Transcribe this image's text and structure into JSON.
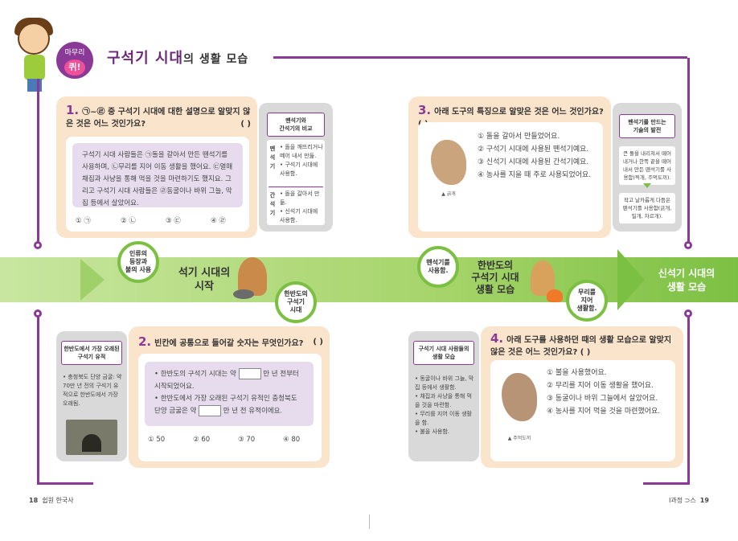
{
  "header": {
    "badge_top": "마무리",
    "badge_bottom": "퀴!",
    "title_main": "구석기 시대",
    "title_sub": "의 생활 모습"
  },
  "band": {
    "stone_age_start": "석기 시대의\n시작",
    "paleolithic_life": "한반도의\n구석기 시대\n생활 모습",
    "neolithic_life": "신석기 시대의\n생활 모습",
    "tag_tools": "인류의\n등장과\n불의 사용",
    "tag_korea": "한반도의\n구석기\n시대",
    "tag_stone": "뗀석기를\n사용함.",
    "tag_move": "무리를\n지어\n생활함."
  },
  "q1": {
    "num": "1.",
    "question": "㉠~㉣ 중 구석기 시대에 대한 설명으로 알맞지 않은 것은 어느 것인가요?",
    "answer_blank": "(        )",
    "passage": "구석기 시대 사람들은 ㉠돌을 갈아서 만든 뗀석기를 사용하며, ㉡무리를 지어 이동 생활을 했어요. ㉢열매 채집과 사냥을 통해 먹을 것을 마련하기도 했지요. 그리고 구석기 시대 사람들은 ㉣동굴이나 바위 그늘, 막집 등에서 살았어요.",
    "choices": [
      "① ㉠",
      "② ㉡",
      "③ ㉢",
      "④ ㉣"
    ]
  },
  "side1": {
    "title": "뗀석기와\n간석기의 비교",
    "row1_label": "뗀석기",
    "row1_text": "• 돌을 깨뜨리거나 떼어 내서 만듦.\n• 구석기 시대에 사용함.",
    "row2_label": "간석기",
    "row2_text": "• 돌을 갈아서 만듦.\n• 신석기 시대에 사용함."
  },
  "q2": {
    "num": "2.",
    "question": "빈칸에 공통으로 들어갈 숫자는 무엇인가요?",
    "answer_blank": "(        )",
    "line1a": "• 한반도의 구석기 시대는 약",
    "line1b": "만 년 전부터 시작되었어요.",
    "line2a": "• 한반도에서 가장 오래된 구석기 유적인 충청북도 단양 금굴은 약",
    "line2b": "만 년 전 유적이에요.",
    "choices": [
      "① 50",
      "② 60",
      "③ 70",
      "④ 80"
    ]
  },
  "side2": {
    "title": "한반도에서 가장 오래된\n구석기 유적",
    "text": "• 충청북도 단양 금굴: 약 70만 년 전의 구석기 유적으로 한반도에서 가장 오래됨."
  },
  "q3": {
    "num": "3.",
    "question": "아래 도구의 특징으로 알맞은 것은 어느 것인가요?",
    "answer_blank": "(        )",
    "choices": [
      "① 돌을 갈아서 만들었어요.",
      "② 구석기 시대에 사용된 뗀석기예요.",
      "③ 신석기 시대에 사용된 간석기예요.",
      "④ 농사를 지을 때 주로 사용되었어요."
    ],
    "caption": "▲ 긁개"
  },
  "side3": {
    "title": "뗀석기를 만드는\n기술의 발전",
    "step1": "큰 돌을 내리쳐서 떼어 내거나 한쪽 끝을 떼어 내서 만든 뗀석기를 사용함(찍개, 주먹도끼).",
    "step2": "작고 날카롭게 다듬은 뗀석기를 사용함(긁개, 밀개, 자르개)."
  },
  "q4": {
    "num": "4.",
    "question": "아래 도구를 사용하던 때의 생활 모습으로 알맞지 않은 것은 어느 것인가요?",
    "answer_blank": "(        )",
    "choices": [
      "① 불을 사용했어요.",
      "② 무리를 지어 이동 생활을 했어요.",
      "③ 동굴이나 바위 그늘에서 살았어요.",
      "④ 농사를 지어 먹을 것을 마련했어요."
    ],
    "caption": "▲ 주먹도끼"
  },
  "side4": {
    "title": "구석기 시대 사람들의\n생활 모습",
    "items": [
      "• 동굴이나 바위 그늘, 막집 등에서 생활함.",
      "• 채집과 사냥을 통해 먹을 것을 마련함.",
      "• 무리를 지어 이동 생활을 함.",
      "• 불을 사용함."
    ]
  },
  "footer": {
    "left_page": "18",
    "left_book": "쉽원 한국사",
    "right_section": "Ⅰ과정 ⊃스",
    "right_page": "19"
  }
}
